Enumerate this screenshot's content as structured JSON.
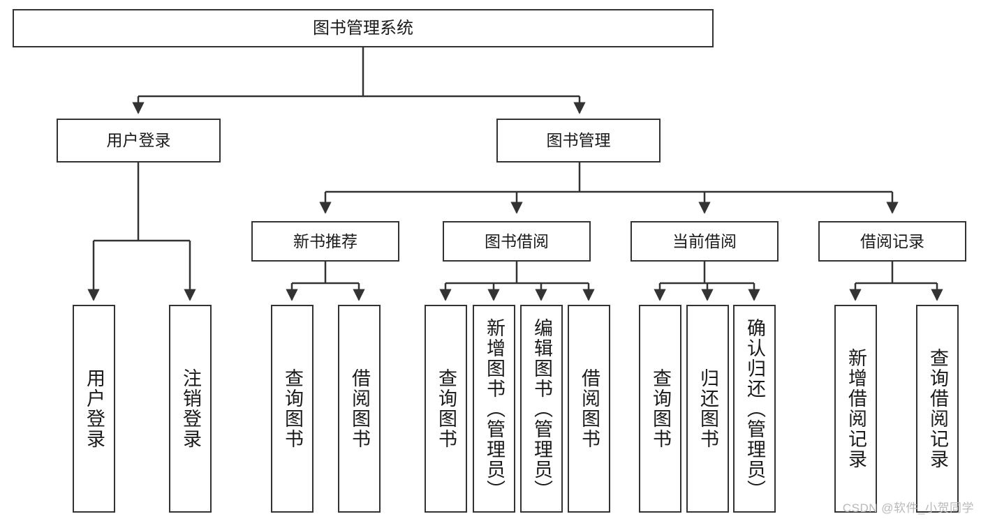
{
  "diagram": {
    "title": "图书管理系统",
    "watermark": "CSDN @软件_小贺同学",
    "root": {
      "id": "root",
      "label": "图书管理系统"
    },
    "level2": [
      {
        "id": "user-login",
        "label": "用户登录"
      },
      {
        "id": "book-manage",
        "label": "图书管理"
      }
    ],
    "level3": [
      {
        "id": "new-book-recommend",
        "label": "新书推荐"
      },
      {
        "id": "book-borrow",
        "label": "图书借阅"
      },
      {
        "id": "current-borrow",
        "label": "当前借阅"
      },
      {
        "id": "borrow-record",
        "label": "借阅记录"
      }
    ],
    "leaves": {
      "user_login": [
        {
          "id": "leaf-user-login",
          "label": "用户登录"
        },
        {
          "id": "leaf-logout",
          "label": "注销登录"
        }
      ],
      "new_book_recommend": [
        {
          "id": "leaf-query-book-1",
          "label": "查询图书"
        },
        {
          "id": "leaf-borrow-book-1",
          "label": "借阅图书"
        }
      ],
      "book_borrow": [
        {
          "id": "leaf-query-book-2",
          "label": "查询图书"
        },
        {
          "id": "leaf-add-book",
          "label": "新增图书（管理员）"
        },
        {
          "id": "leaf-edit-book",
          "label": "编辑图书（管理员）"
        },
        {
          "id": "leaf-borrow-book-2",
          "label": "借阅图书"
        }
      ],
      "current_borrow": [
        {
          "id": "leaf-query-book-3",
          "label": "查询图书"
        },
        {
          "id": "leaf-return-book",
          "label": "归还图书"
        },
        {
          "id": "leaf-confirm-return",
          "label": "确认归还（管理员）"
        }
      ],
      "borrow_record": [
        {
          "id": "leaf-add-record",
          "label": "新增借阅记录"
        },
        {
          "id": "leaf-query-record",
          "label": "查询借阅记录"
        }
      ]
    },
    "colors": {
      "stroke": "#333333",
      "background": "#ffffff",
      "text": "#1a1a1a",
      "watermark": "#b9b9b9"
    }
  }
}
